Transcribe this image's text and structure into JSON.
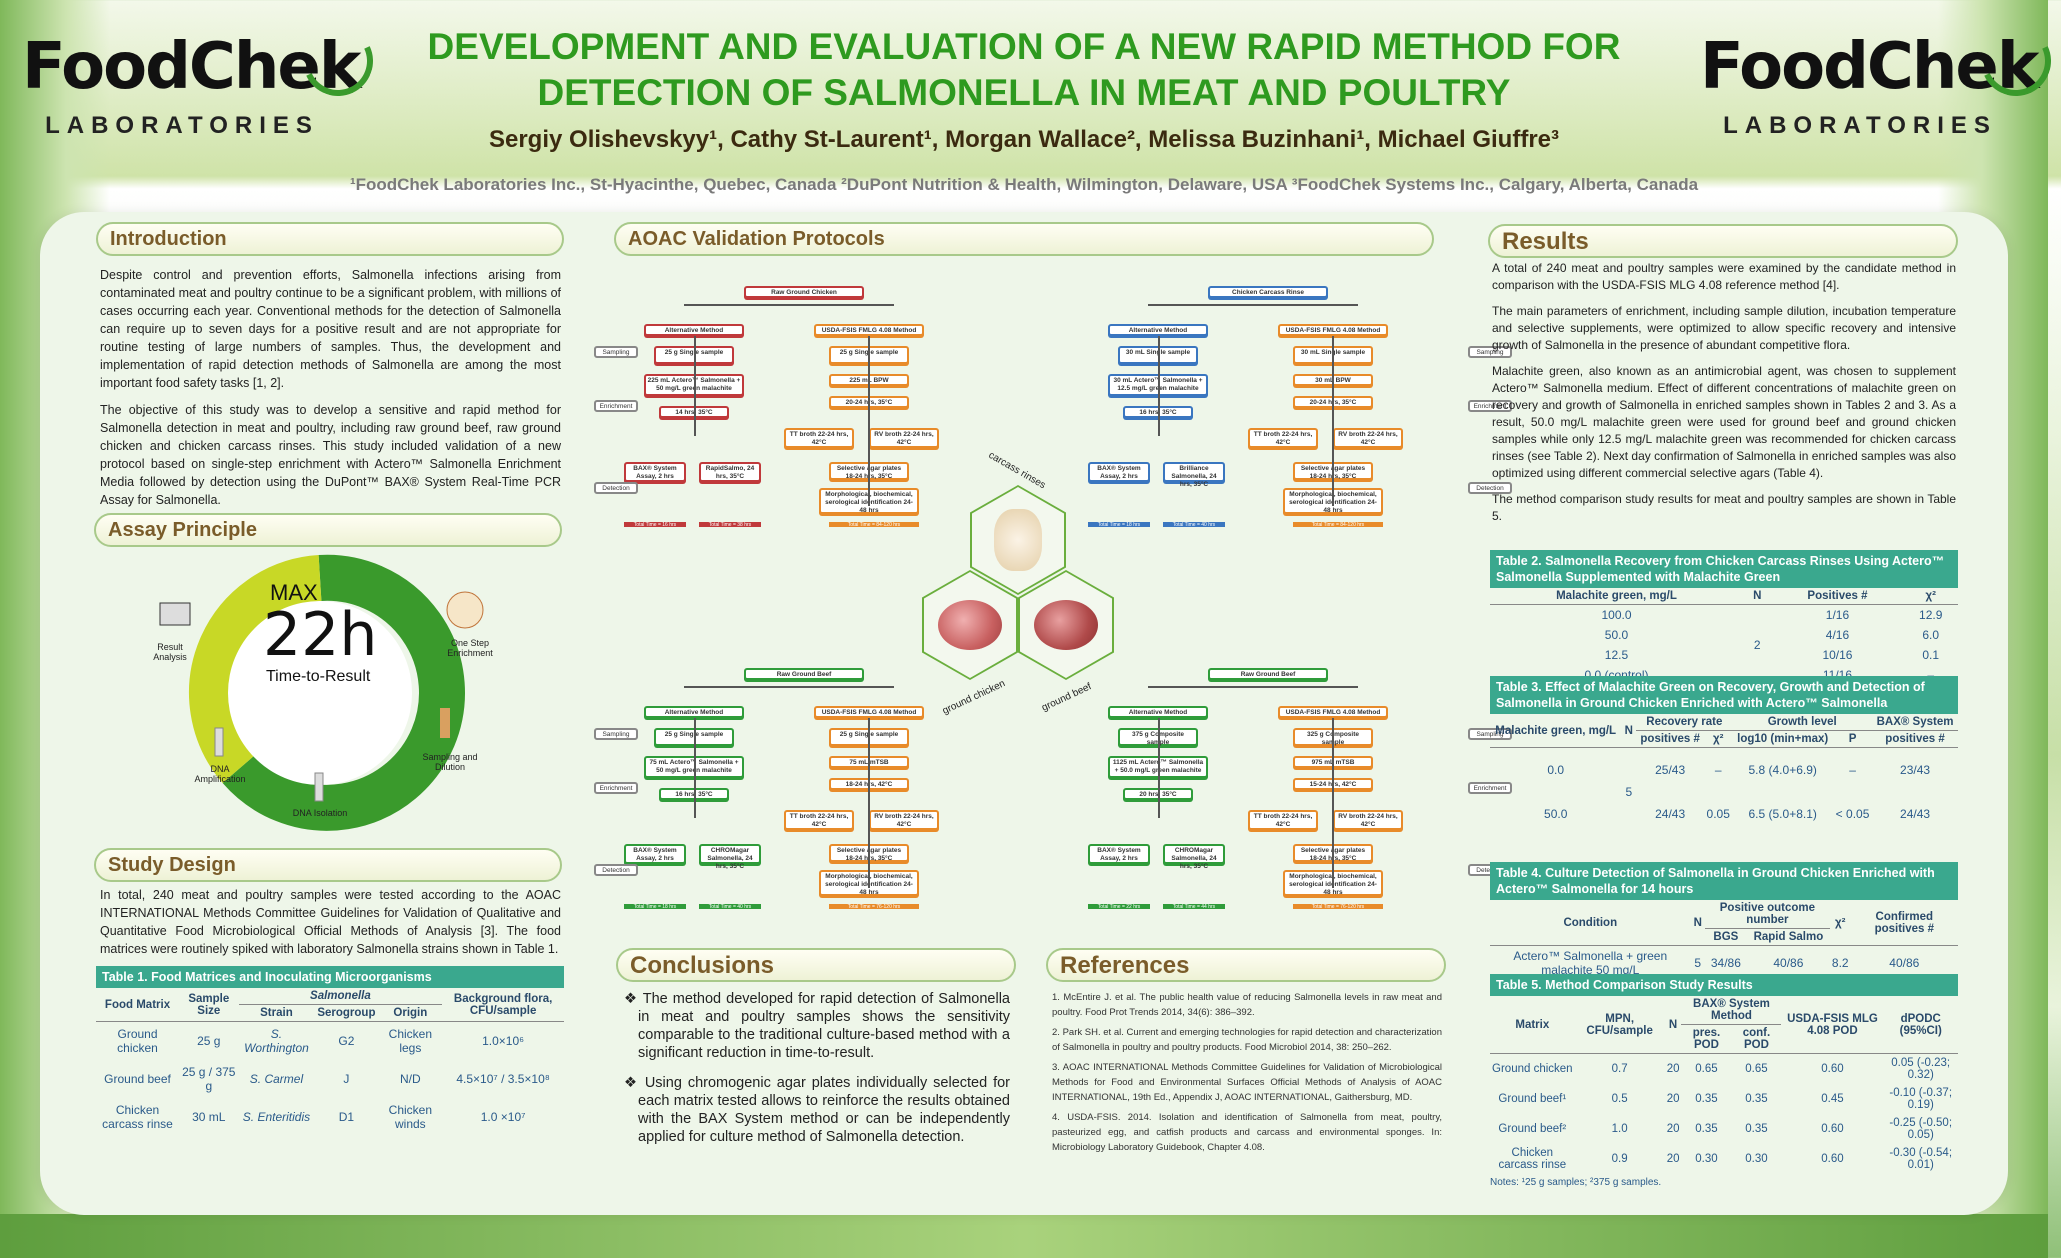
{
  "header": {
    "logo_name": "FoodChek",
    "logo_tm": "™",
    "logo_sub": "LABORATORIES",
    "title_line1": "DEVELOPMENT AND EVALUATION OF A NEW RAPID METHOD FOR",
    "title_line2": "DETECTION OF SALMONELLA IN MEAT AND POULTRY",
    "authors": "Sergiy Olishevskyy¹, Cathy St-Laurent¹, Morgan Wallace², Melissa Buzinhani¹, Michael Giuffre³",
    "affiliations": "¹FoodChek Laboratories Inc., St-Hyacinthe, Quebec, Canada   ²DuPont Nutrition & Health, Wilmington, Delaware, USA   ³FoodChek Systems Inc., Calgary, Alberta, Canada"
  },
  "intro": {
    "heading": "Introduction",
    "p1": "Despite control and prevention efforts, Salmonella infections arising from contaminated meat and poultry continue to be a significant problem, with millions of cases occurring each year. Conventional methods for the detection of Salmonella can require up to seven days for a positive result and are not appropriate for routine testing of large numbers of samples. Thus, the development and implementation of rapid detection methods of Salmonella are among the most important food safety tasks [1, 2].",
    "p2": "The objective of this study was to develop a sensitive and rapid method for Salmonella detection in meat and poultry, including raw ground beef, raw ground chicken and chicken carcass rinses. This study included validation of a new protocol based on single-step enrichment with Actero™ Salmonella Enrichment Media followed by detection using the DuPont™ BAX® System Real-Time PCR Assay for Salmonella."
  },
  "assay": {
    "heading": "Assay Principle",
    "max": "MAX",
    "hours": "22h",
    "ttr": "Time-to-Result",
    "steps": [
      "One Step Enrichment",
      "Sampling and Dilution",
      "DNA Isolation",
      "DNA Amplification",
      "Result Analysis"
    ]
  },
  "study": {
    "heading": "Study Design",
    "text": "In total, 240 meat and poultry samples were tested according to the AOAC INTERNATIONAL Methods Committee Guidelines for Validation of Qualitative and Quantitative Food Microbiological Official Methods of Analysis [3]. The food matrices were routinely spiked with laboratory Salmonella strains shown in Table 1."
  },
  "table1": {
    "caption": "Table 1. Food Matrices and Inoculating Microorganisms",
    "group": "Salmonella",
    "headers": [
      "Food Matrix",
      "Sample Size",
      "Strain",
      "Serogroup",
      "Origin",
      "Background flora, CFU/sample"
    ],
    "rows": [
      [
        "Ground chicken",
        "25 g",
        "S. Worthington",
        "G2",
        "Chicken legs",
        "1.0×10⁶"
      ],
      [
        "Ground beef",
        "25 g / 375 g",
        "S. Carmel",
        "J",
        "N/D",
        "4.5×10⁷ / 3.5×10⁸"
      ],
      [
        "Chicken carcass rinse",
        "30 mL",
        "S. Enteritidis",
        "D1",
        "Chicken winds",
        "1.0 ×10⁷"
      ]
    ]
  },
  "aoac": {
    "heading": "AOAC Validation Protocols",
    "labels": [
      "carcass rinses",
      "ground chicken",
      "ground beef"
    ],
    "charts": [
      {
        "title": "Raw Ground Chicken",
        "alt": "Alternative Method",
        "ref": "USDA-FSIS FMLG 4.08 Method",
        "a": [
          "25 g Single sample",
          "225 mL Actero™ Salmonella + 50 mg/L green malachite",
          "14 hrs, 35°C",
          "BAX® System Assay, 2 hrs",
          "RapidSalmo, 24 hrs, 35°C"
        ],
        "r": [
          "25 g Single sample",
          "225 mL BPW",
          "20-24 hrs, 35°C",
          "TT broth 22-24 hrs, 42°C",
          "RV broth 22-24 hrs, 42°C",
          "Selective agar plates 18-24 hrs, 35°C",
          "Morphological, biochemical, serological identification 24-48 hrs"
        ],
        "t": [
          "Total Time = 16 hrs",
          "Total Time = 38 hrs",
          "Total Time = 84-120 hrs"
        ]
      },
      {
        "title": "Chicken Carcass Rinse",
        "alt": "Alternative Method",
        "ref": "USDA-FSIS FMLG 4.08 Method",
        "a": [
          "30 mL Single sample",
          "30 mL Actero™ Salmonella + 12.5 mg/L green malachite",
          "16 hrs, 35°C",
          "BAX® System Assay, 2 hrs",
          "Brilliance Salmonella, 24 hrs, 35°C"
        ],
        "r": [
          "30 mL Single sample",
          "30 mL BPW",
          "20-24 hrs, 35°C",
          "TT broth 22-24 hrs, 42°C",
          "RV broth 22-24 hrs, 42°C",
          "Selective agar plates 18-24 hrs, 35°C",
          "Morphological, biochemical, serological identification 24-48 hrs"
        ],
        "t": [
          "Total Time = 18 hrs",
          "Total Time = 40 hrs",
          "Total Time = 84-120 hrs"
        ]
      },
      {
        "title": "Raw Ground Beef",
        "alt": "Alternative Method",
        "ref": "USDA-FSIS FMLG 4.08 Method",
        "a": [
          "25 g Single sample",
          "75 mL Actero™ Salmonella + 50 mg/L green malachite",
          "16 hrs, 35°C",
          "BAX® System Assay, 2 hrs",
          "CHROMagar Salmonella, 24 hrs, 35°C"
        ],
        "r": [
          "25 g Single sample",
          "75 mL mTSB",
          "18-24 hrs, 42°C",
          "TT broth 22-24 hrs, 42°C",
          "RV broth 22-24 hrs, 42°C",
          "Selective agar plates 18-24 hrs, 35°C",
          "Morphological, biochemical, serological identification 24-48 hrs"
        ],
        "t": [
          "Total Time = 18 hrs",
          "Total Time = 40 hrs",
          "Total Time = 76-120 hrs"
        ]
      },
      {
        "title": "Raw Ground Beef",
        "alt": "Alternative Method",
        "ref": "USDA-FSIS FMLG 4.08 Method",
        "a": [
          "375 g Composite sample",
          "1125 mL Actero™ Salmonella + 50.0 mg/L green malachite",
          "20 hrs, 35°C",
          "BAX® System Assay, 2 hrs",
          "CHROMagar Salmonella, 24 hrs, 35°C"
        ],
        "r": [
          "325 g Composite sample",
          "975 mL mTSB",
          "15-24 hrs, 42°C",
          "TT broth 22-24 hrs, 42°C",
          "RV broth 22-24 hrs, 42°C",
          "Selective agar plates 18-24 hrs, 35°C",
          "Morphological, biochemical, serological identification 24-48 hrs"
        ],
        "t": [
          "Total Time = 22 hrs",
          "Total Time = 44 hrs",
          "Total Time = 76-120 hrs"
        ]
      }
    ],
    "side": [
      "Sampling",
      "Enrichment",
      "Detection"
    ]
  },
  "conclusions": {
    "heading": "Conclusions",
    "items": [
      "The method developed for rapid detection of Salmonella in meat and poultry samples shows the sensitivity comparable to the traditional culture-based method with a significant reduction in time-to-result.",
      "Using chromogenic agar plates individually selected for each matrix tested allows to reinforce the results obtained with the BAX System method or can be independently applied for culture method of Salmonella detection."
    ]
  },
  "references": {
    "heading": "References",
    "items": [
      "1.  McEntire J. et al. The public health value of reducing Salmonella levels in raw meat and poultry. Food Prot Trends 2014, 34(6): 386–392.",
      "2.  Park SH. et al. Current and emerging technologies for rapid detection and characterization of Salmonella in poultry and poultry products. Food Microbiol 2014, 38: 250–262.",
      "3.  AOAC INTERNATIONAL Methods Committee Guidelines for Validation of Microbiological Methods for Food and Environmental Surfaces Official Methods of Analysis of AOAC INTERNATIONAL, 19th Ed., Appendix J, AOAC INTERNATIONAL, Gaithersburg, MD.",
      "4.  USDA-FSIS. 2014. Isolation and identification of Salmonella from meat, poultry, pasteurized egg, and catfish products and carcass and environmental sponges. In: Microbiology Laboratory Guidebook, Chapter 4.08."
    ]
  },
  "results": {
    "heading": "Results",
    "p1": "A total of 240 meat and poultry samples were examined by the candidate method in comparison with the USDA-FSIS MLG 4.08 reference method [4].",
    "p2": "The main parameters of enrichment, including sample dilution, incubation temperature and selective supplements, were optimized to allow specific recovery and intensive growth of Salmonella in the presence of abundant competitive flora.",
    "p3": "Malachite green, also known as an antimicrobial agent, was chosen to supplement Actero™ Salmonella medium. Effect of different concentrations of malachite green on recovery and growth of Salmonella in enriched samples shown in Tables 2 and 3. As a result, 50.0 mg/L malachite green were used for ground beef and ground chicken samples while only 12.5 mg/L malachite green was recommended for chicken carcass rinses (see Table 2). Next day confirmation of Salmonella in enriched samples was also optimized using different commercial selective agars (Table 4).",
    "p4": "The method comparison study results for meat and poultry samples are shown in Table 5."
  },
  "table2": {
    "caption": "Table 2. Salmonella Recovery from Chicken Carcass Rinses Using Actero™ Salmonella Supplemented with Malachite Green",
    "headers": [
      "Malachite green, mg/L",
      "N",
      "Positives #",
      "χ²"
    ],
    "n": "2",
    "rows": [
      [
        "100.0",
        "1/16",
        "12.9"
      ],
      [
        "50.0",
        "4/16",
        "6.0"
      ],
      [
        "12.5",
        "10/16",
        "0.1"
      ],
      [
        "0.0 (control)",
        "11/16",
        "–"
      ]
    ]
  },
  "table3": {
    "caption": "Table 3. Effect of Malachite Green on Recovery, Growth and Detection of Salmonella in Ground Chicken Enriched with Actero™ Salmonella",
    "h1": [
      "Malachite green, mg/L",
      "N",
      "Recovery rate",
      "Growth level",
      "BAX® System"
    ],
    "h2": [
      "positives #",
      "χ²",
      "log10 (min+max)",
      "P",
      "positives #"
    ],
    "n": "5",
    "rows": [
      [
        "0.0",
        "25/43",
        "–",
        "5.8 (4.0+6.9)",
        "–",
        "23/43"
      ],
      [
        "50.0",
        "24/43",
        "0.05",
        "6.5 (5.0+8.1)",
        "< 0.05",
        "24/43"
      ]
    ]
  },
  "table4": {
    "caption": "Table 4. Culture Detection of Salmonella in Ground Chicken Enriched with Actero™ Salmonella for 14 hours",
    "h1": [
      "Condition",
      "N",
      "Positive outcome number",
      "χ²",
      "Confirmed positives #"
    ],
    "h2": [
      "BGS",
      "Rapid Salmo"
    ],
    "row": [
      "Actero™ Salmonella + green malachite 50 mg/L",
      "5",
      "34/86",
      "40/86",
      "8.2",
      "40/86"
    ]
  },
  "table5": {
    "caption": "Table 5. Method Comparison Study Results",
    "h1": [
      "Matrix",
      "MPN, CFU/sample",
      "N",
      "BAX® System Method",
      "USDA-FSIS MLG 4.08 POD",
      "dPODC (95%CI)"
    ],
    "h2": [
      "pres. POD",
      "conf. POD"
    ],
    "rows": [
      [
        "Ground chicken",
        "0.7",
        "20",
        "0.65",
        "0.65",
        "0.60",
        "0.05 (-0.23; 0.32)"
      ],
      [
        "Ground beef¹",
        "0.5",
        "20",
        "0.35",
        "0.35",
        "0.45",
        "-0.10 (-0.37; 0.19)"
      ],
      [
        "Ground beef²",
        "1.0",
        "20",
        "0.35",
        "0.35",
        "0.60",
        "-0.25 (-0.50; 0.05)"
      ],
      [
        "Chicken carcass rinse",
        "0.9",
        "20",
        "0.30",
        "0.30",
        "0.60",
        "-0.30 (-0.54; 0.01)"
      ]
    ],
    "notes": "Notes: ¹25 g samples; ²375 g samples."
  }
}
